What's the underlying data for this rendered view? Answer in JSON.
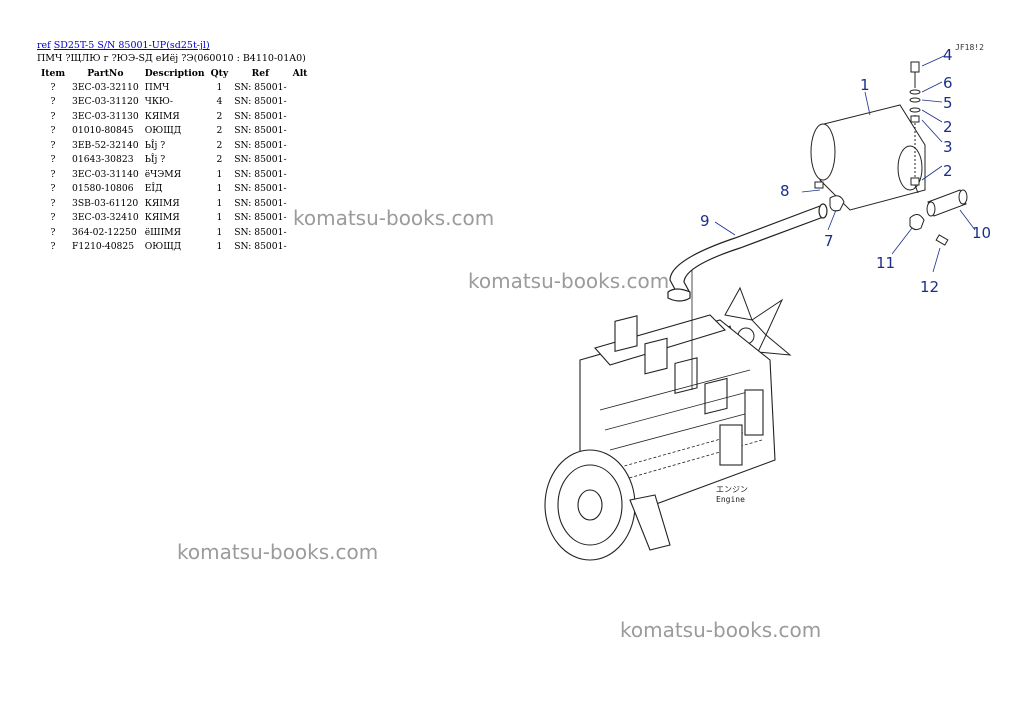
{
  "header": {
    "ref_link": "ref",
    "model_link": "SD25T-5 S/N 85001-UP(sd25t-jl)"
  },
  "subtitle": "ПМЧ ?ЩЛЮ г ?ЮЭ-SД еИёj ?Э(060010 : B4110-01A0)",
  "table": {
    "columns": [
      "Item",
      "PartNo",
      "Description",
      "Qty",
      "Ref",
      "Alt"
    ],
    "rows": [
      {
        "item": "?",
        "part": "3EC-03-32110",
        "desc": "ПМЧ",
        "qty": "1",
        "ref": "SN: 85001-"
      },
      {
        "item": "?",
        "part": "3EC-03-31120",
        "desc": "ЧКЮ-",
        "qty": "4",
        "ref": "SN: 85001-"
      },
      {
        "item": "?",
        "part": "3EC-03-31130",
        "desc": "КЯIМЯ",
        "qty": "2",
        "ref": "SN: 85001-"
      },
      {
        "item": "?",
        "part": "01010-80845",
        "desc": "ОЮЩД",
        "qty": "2",
        "ref": "SN: 85001-"
      },
      {
        "item": "?",
        "part": "3EB-52-32140",
        "desc": "ЬÎj ?",
        "qty": "2",
        "ref": "SN: 85001-"
      },
      {
        "item": "?",
        "part": "01643-30823",
        "desc": "ЬÎj ?",
        "qty": "2",
        "ref": "SN: 85001-"
      },
      {
        "item": "?",
        "part": "3EC-03-31140",
        "desc": "ёЧЭМЯ",
        "qty": "1",
        "ref": "SN: 85001-"
      },
      {
        "item": "?",
        "part": "01580-10806",
        "desc": "ЕÎД",
        "qty": "1",
        "ref": "SN: 85001-"
      },
      {
        "item": "?",
        "part": "3SB-03-61120",
        "desc": "КЯIМЯ",
        "qty": "1",
        "ref": "SN: 85001-"
      },
      {
        "item": "?",
        "part": "3EC-03-32410",
        "desc": "КЯIМЯ",
        "qty": "1",
        "ref": "SN: 85001-"
      },
      {
        "item": "?",
        "part": "364-02-12250",
        "desc": "ёШIМЯ",
        "qty": "1",
        "ref": "SN: 85001-"
      },
      {
        "item": "?",
        "part": "F1210-40825",
        "desc": "ОЮЩД",
        "qty": "1",
        "ref": "SN: 85001-"
      }
    ]
  },
  "watermark": "komatsu-books.com",
  "drawing": {
    "code": "JF18!2",
    "engine_jp": "エンジン",
    "engine_en": "Engine",
    "callout_color": "#1a2f8c",
    "callouts": [
      "1",
      "2",
      "2",
      "3",
      "4",
      "5",
      "6",
      "7",
      "8",
      "9",
      "10",
      "11",
      "12"
    ]
  }
}
